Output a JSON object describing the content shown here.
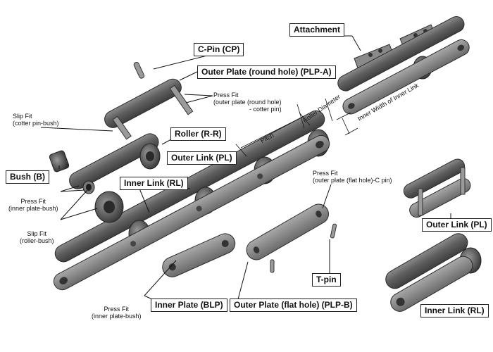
{
  "labels": {
    "attachment": "Attachment",
    "c_pin": "C-Pin (CP)",
    "outer_plate_round": "Outer Plate (round hole) (PLP-A)",
    "roller": "Roller (R-R)",
    "bush": "Bush (B)",
    "outer_link_main": "Outer Link (PL)",
    "inner_link_main": "Inner Link (RL)",
    "inner_plate": "Inner Plate (BLP)",
    "outer_plate_flat": "Outer Plate (flat hole) (PLP-B)",
    "t_pin": "T-pin",
    "outer_link_side": "Outer Link (PL)",
    "inner_link_side": "Inner Link (RL)"
  },
  "notes": {
    "press_fit_round": [
      "Press Fit",
      "(outer plate (round hole)",
      "- cotter pin)"
    ],
    "slip_fit_cotter": [
      "Slip Fit",
      "(cotter pin-bush)"
    ],
    "press_fit_inner_bush": [
      "Press Fit",
      "(inner plate-bush)"
    ],
    "slip_fit_roller": [
      "Slip Fit",
      "(roller-bush)"
    ],
    "press_fit_flat": [
      "Press Fit",
      "(outer plate (flat hole)-C pin)"
    ],
    "press_fit_inner_plate": [
      "Press Fit",
      "(inner plate-bush)"
    ]
  },
  "dimensions": {
    "pitch": "Pitch",
    "roller_diameter": "Roller Diameter",
    "inner_width": "Inner Width of Inner Link"
  }
}
